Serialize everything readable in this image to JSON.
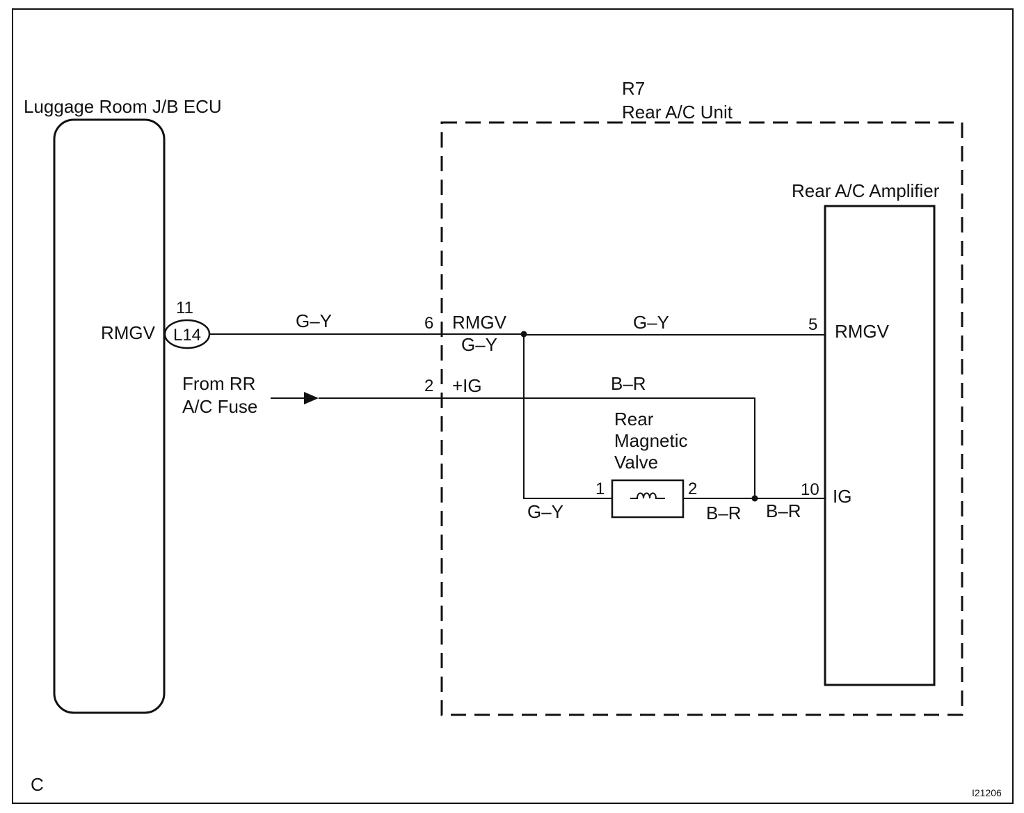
{
  "luggage_ecu": {
    "title": "Luggage Room J/B ECU",
    "terminal": "RMGV",
    "connector": "L14",
    "pin": "11"
  },
  "rear_ac_unit": {
    "code": "R7",
    "title": "Rear A/C Unit"
  },
  "amplifier": {
    "title": "Rear A/C Amplifier",
    "terminal_rmgv": "RMGV",
    "pin_rmgv": "5",
    "terminal_ig": "IG",
    "pin_ig": "10"
  },
  "unit_connector": {
    "pin_rmgv": "6",
    "label_rmgv": "RMGV",
    "pin_ig": "2",
    "label_ig": "+IG"
  },
  "magnetic_valve": {
    "line1": "Rear",
    "line2": "Magnetic",
    "line3": "Valve",
    "pin1": "1",
    "pin2": "2"
  },
  "source": {
    "line1": "From RR",
    "line2": "A/C Fuse"
  },
  "wire_colors": {
    "gy_main": "G–Y",
    "gy_unit_in": "G–Y",
    "gy_amp": "G–Y",
    "gy_valve": "G–Y",
    "br_feed": "B–R",
    "br_valve": "B–R",
    "br_amp": "B–R"
  },
  "footer": {
    "corner": "C",
    "figure_id": "I21206"
  }
}
